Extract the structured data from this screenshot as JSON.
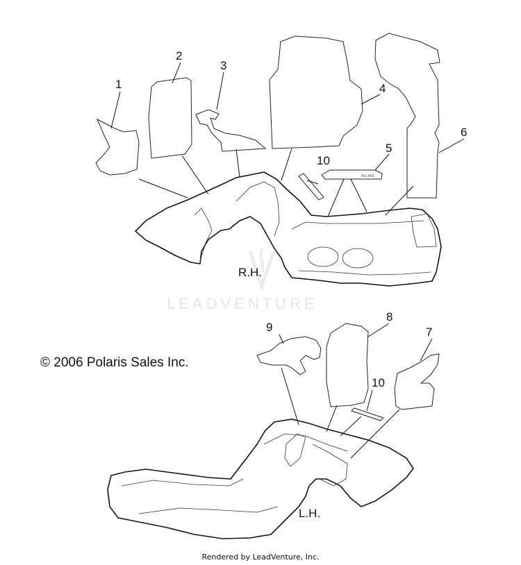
{
  "callouts": {
    "c1": "1",
    "c2": "2",
    "c3": "3",
    "c4": "4",
    "c5": "5",
    "c6": "6",
    "c7": "7",
    "c8": "8",
    "c9": "9",
    "c10a": "10",
    "c10b": "10"
  },
  "labels": {
    "rh": "R.H.",
    "lh": "L.H."
  },
  "copyright": "© 2006 Polaris Sales Inc.",
  "watermark": "LEADVENTURE",
  "footer": "Rendered by LeadVenture, Inc."
}
